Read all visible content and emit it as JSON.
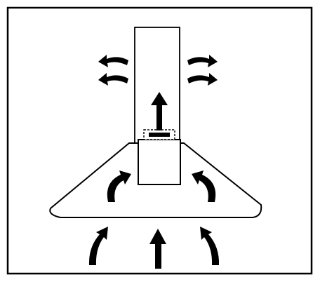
{
  "diagram": {
    "subject": "cooker-hood-recirculation-airflow",
    "colors": {
      "background": "#ffffff",
      "ink": "#000000"
    },
    "parts": {
      "frame": {
        "icon": "frame-border"
      },
      "chimney": {
        "icon": "chimney-flue"
      },
      "canopy": {
        "icon": "canopy-hood"
      },
      "motor": {
        "icon": "blower-motor-box"
      },
      "outlet": {
        "icon": "carbon-filter-outlet"
      }
    },
    "airflow": {
      "intake_arrows": 3,
      "canopy_swirl_arrows": 2,
      "flue_up_arrows": 1,
      "side_exhaust_arrows_per_side": 2
    }
  }
}
